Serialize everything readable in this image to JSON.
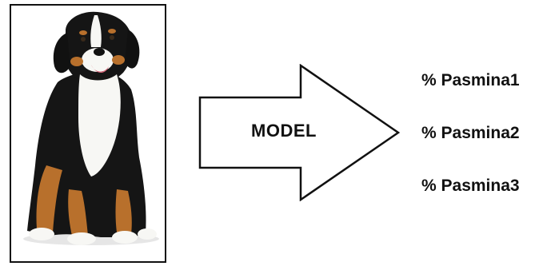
{
  "diagram": {
    "input_image": "bernese-mountain-dog",
    "model_label": "MODEL",
    "outputs": [
      {
        "label": "% Pasmina1"
      },
      {
        "label": "% Pasmina2"
      },
      {
        "label": "% Pasmina3"
      }
    ]
  },
  "colors": {
    "stroke": "#111111",
    "background": "#ffffff",
    "dog_black": "#151515",
    "dog_tan": "#b8702c",
    "dog_white": "#f7f7f4"
  }
}
